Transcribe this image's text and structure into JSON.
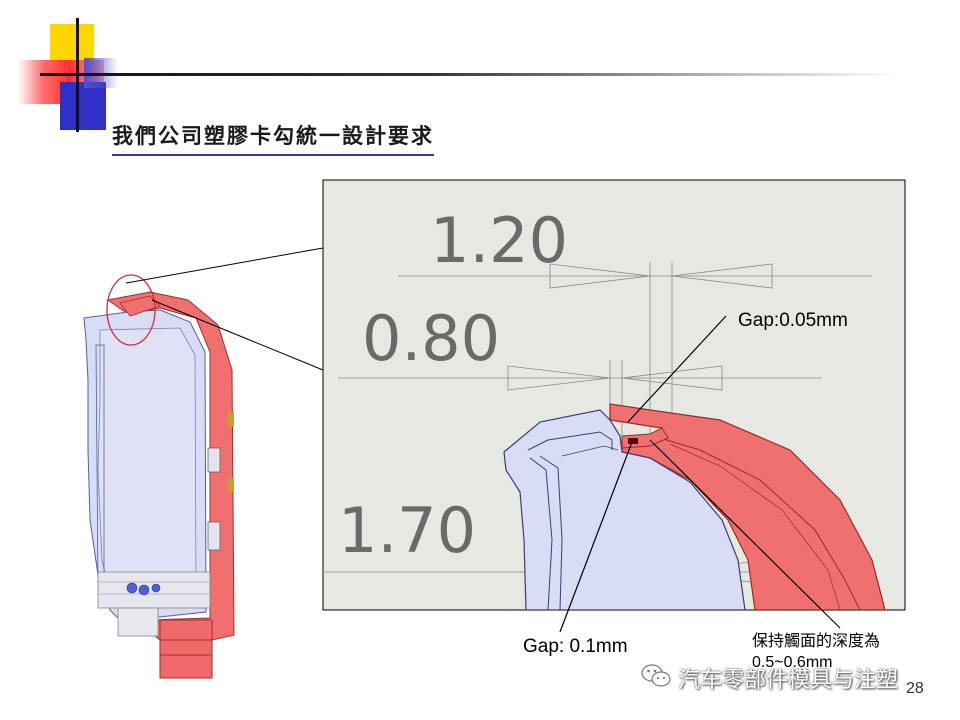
{
  "slide": {
    "title": "我們公司塑膠卡勾統一設計要求",
    "page_number": "28"
  },
  "diagram": {
    "dimensions": [
      "1.20",
      "0.80",
      "1.70"
    ],
    "callouts": {
      "gap_top": "Gap:0.05mm",
      "gap_bottom": "Gap: 0.1mm",
      "depth_line1": "保持觸面的深度為",
      "depth_line2": "0.5~0.6mm"
    }
  },
  "watermark": {
    "text": "汽车零部件模具与注塑",
    "icon": "wechat-icon"
  },
  "colors": {
    "part_red": "#f07070",
    "part_blue": "#d8dcf4",
    "zoom_bg": "#e8e8e2",
    "dim_gray": "#6a6a6a"
  }
}
